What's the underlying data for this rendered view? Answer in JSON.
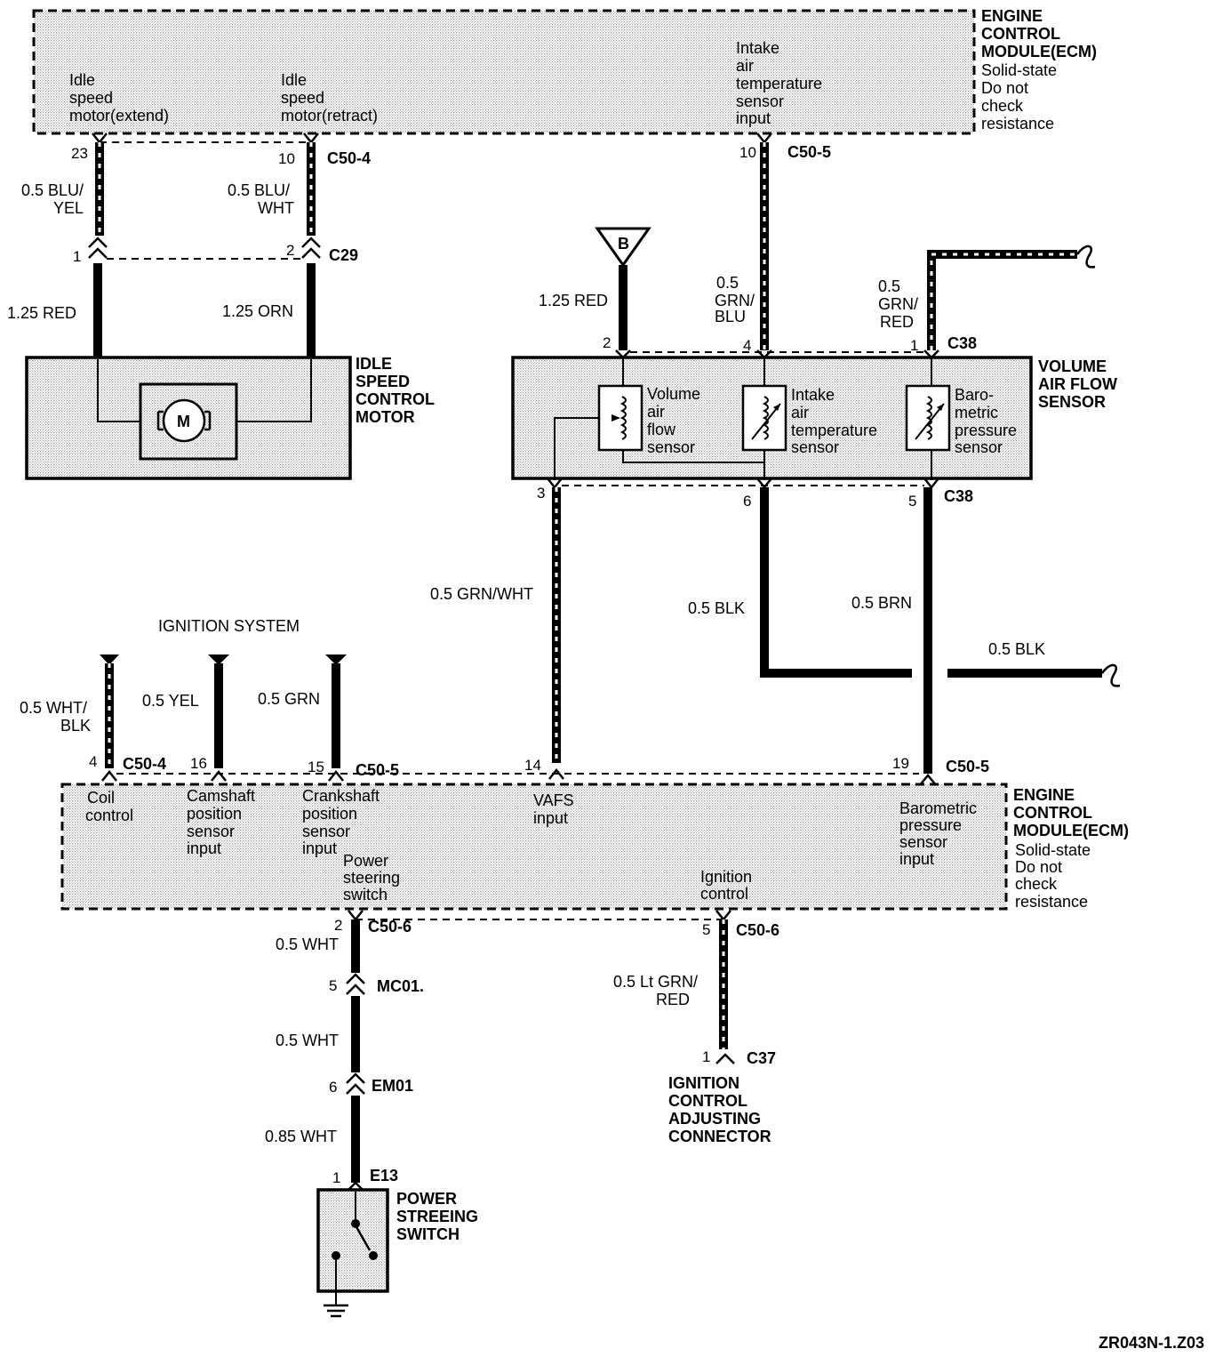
{
  "ecm_top": {
    "title": [
      "ENGINE",
      "CONTROL",
      "MODULE(ECM)"
    ],
    "note": [
      "Solid-state",
      "Do not",
      "check",
      "resistance"
    ],
    "terminals": {
      "idle_extend": [
        "Idle",
        "speed",
        "motor(extend)"
      ],
      "idle_retract": [
        "Idle",
        "speed",
        "motor(retract)"
      ],
      "iat_input": [
        "Intake",
        "air",
        "temperature",
        "sensor",
        "input"
      ]
    }
  },
  "ecm_bottom": {
    "title": [
      "ENGINE",
      "CONTROL",
      "MODULE(ECM)"
    ],
    "note": [
      "Solid-state",
      "Do not",
      "check",
      "resistance"
    ],
    "terminals": {
      "coil": [
        "Coil",
        "control"
      ],
      "cam": [
        "Camshaft",
        "position",
        "sensor",
        "input"
      ],
      "crank": [
        "Crankshaft",
        "position",
        "sensor",
        "input"
      ],
      "ps": [
        "Power",
        "steering",
        "switch"
      ],
      "vafs": [
        "VAFS",
        "input"
      ],
      "ign": [
        "Ignition",
        "control"
      ],
      "baro": [
        "Barometric",
        "pressure",
        "sensor",
        "input"
      ]
    }
  },
  "isc_motor": {
    "label": [
      "IDLE",
      "SPEED",
      "CONTROL",
      "MOTOR"
    ],
    "symbol": "M"
  },
  "vaf_sensor": {
    "label": [
      "VOLUME",
      "AIR FLOW",
      "SENSOR"
    ],
    "components": {
      "vaf": [
        "Volume",
        "air",
        "flow",
        "sensor"
      ],
      "iat": [
        "Intake",
        "air",
        "temperature",
        "sensor"
      ],
      "baro": [
        "Baro-",
        "metric",
        "pressure",
        "sensor"
      ]
    }
  },
  "ignition_system_label": "IGNITION SYSTEM",
  "ground_ref": "B",
  "ps_switch_label": [
    "POWER",
    "STREEING",
    "SWITCH"
  ],
  "ign_connector_label": [
    "IGNITION",
    "CONTROL",
    "ADJUSTING",
    "CONNECTOR"
  ],
  "connectors": {
    "c50_4": "C50-4",
    "c50_5": "C50-5",
    "c50_6": "C50-6",
    "c29": "C29",
    "c38": "C38",
    "mc01": "MC01.",
    "em01": "EM01",
    "e13": "E13",
    "c37": "C37"
  },
  "pins": {
    "p23": "23",
    "p10a": "10",
    "p10b": "10",
    "p1_c29": "1",
    "p2_c29": "2",
    "p2_c38": "2",
    "p4_c38": "4",
    "p1_c38": "1",
    "p3_c38": "3",
    "p6_c38": "6",
    "p5_c38": "5",
    "p4_c504": "4",
    "p16": "16",
    "p15": "15",
    "p14": "14",
    "p19": "19",
    "p2_c506": "2",
    "p5_c506": "5",
    "p5_mc01": "5",
    "p6_em01": "6",
    "p1_e13": "1",
    "p1_c37": "1"
  },
  "wires": {
    "w_bluyel": [
      "0.5 BLU/",
      "YEL"
    ],
    "w_bluwht": [
      "0.5 BLU/",
      "WHT"
    ],
    "w_red125": "1.25 RED",
    "w_orn125": "1.25 ORN",
    "w_red125b": "1.25 RED",
    "w_grnblu": [
      "0.5",
      "GRN/",
      "BLU"
    ],
    "w_grnred": [
      "0.5",
      "GRN/",
      "RED"
    ],
    "w_grnwht": "0.5 GRN/WHT",
    "w_blk": "0.5 BLK",
    "w_brn": "0.5 BRN",
    "w_blk2": "0.5 BLK",
    "w_whtblk": [
      "0.5 WHT/",
      "BLK"
    ],
    "w_yel": "0.5 YEL",
    "w_grn": "0.5 GRN",
    "w_wht1": "0.5 WHT",
    "w_wht2": "0.5 WHT",
    "w_wht085": "0.85 WHT",
    "w_ltgrnred": [
      "0.5 Lt GRN/",
      "RED"
    ]
  },
  "figure_id": "ZR043N-1.Z03"
}
